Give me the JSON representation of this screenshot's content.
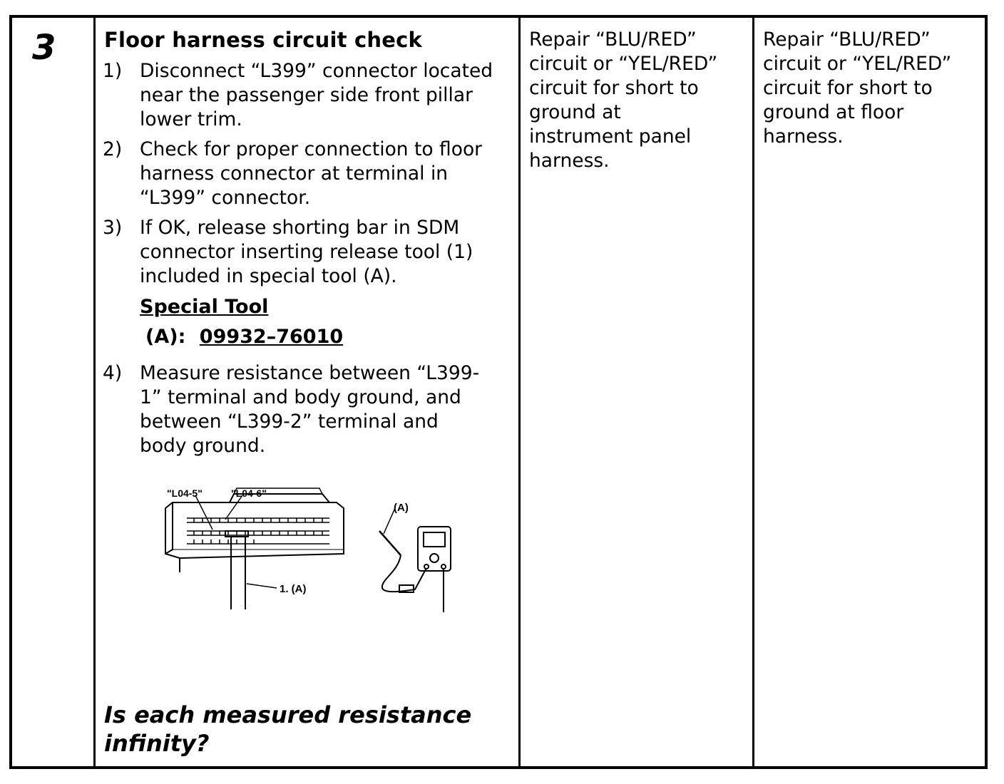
{
  "step": {
    "number": "3",
    "title": "Floor harness circuit check",
    "items": [
      {
        "num": "1)",
        "lines": [
          "Disconnect “L399” connector located",
          "near the passenger side front pillar",
          "lower trim."
        ]
      },
      {
        "num": "2)",
        "lines": [
          "Check for proper connection to floor",
          "harness connector at terminal in",
          "“L399” connector."
        ]
      },
      {
        "num": "3)",
        "lines": [
          "If OK, release shorting bar in SDM",
          "connector inserting release tool (1)",
          "included in special tool (A)."
        ]
      },
      {
        "num": "4)",
        "lines": [
          "Measure resistance between “L399-",
          "1” terminal and body ground, and",
          "between “L399-2” terminal and",
          "body ground."
        ]
      }
    ],
    "special_tool_heading": "Special Tool",
    "special_tool_label": "(A):",
    "special_tool_code": "09932–76010",
    "question_lines": [
      "Is each measured resistance",
      "infinity?"
    ]
  },
  "illustration": {
    "label_left": "\"L04-5\"",
    "label_right": "\"L04-6\"",
    "label_tool": "1. (A)",
    "label_meter": "(A)"
  },
  "yes_action": {
    "lines": [
      "Repair “BLU/RED”",
      "circuit or “YEL/RED”",
      "circuit for short to",
      "ground at",
      "instrument panel",
      "harness."
    ]
  },
  "no_action": {
    "lines": [
      "Repair “BLU/RED”",
      "circuit or “YEL/RED”",
      "circuit for short to",
      "ground at floor",
      "harness."
    ]
  }
}
